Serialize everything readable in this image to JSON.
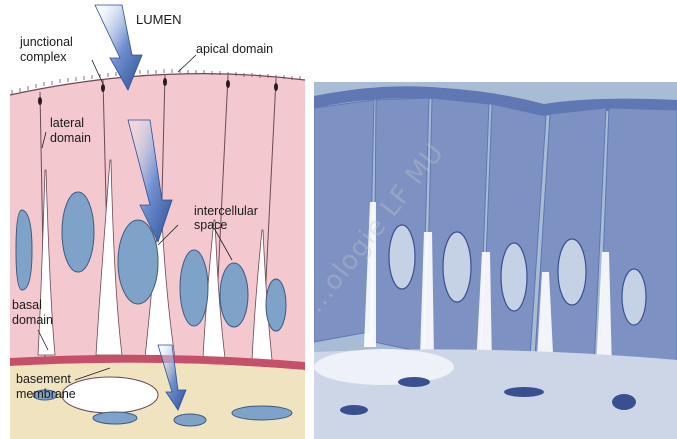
{
  "figure": {
    "lumen_label": "LUMEN",
    "labels": {
      "junctional_complex_1": "junctional",
      "junctional_complex_2": "complex",
      "apical_domain": "apical domain",
      "lateral_domain_1": "lateral",
      "lateral_domain_2": "domain",
      "intercellular_space_1": "intercellular",
      "intercellular_space_2": "space",
      "basal_domain_1": "basal",
      "basal_domain_2": "domain",
      "basement_membrane_1": "basement",
      "basement_membrane_2": "membrane"
    },
    "watermark": "...ologie LF MU",
    "colors": {
      "cytoplasm": "#f3c9cf",
      "nucleus": "#7fa3c8",
      "connective": "#efe3c0",
      "basement": "#c4506a",
      "arrow": "#3c5fa3",
      "micrograph_bg": "#a9bcd6",
      "micrograph_cell": "#7d92c2"
    }
  }
}
